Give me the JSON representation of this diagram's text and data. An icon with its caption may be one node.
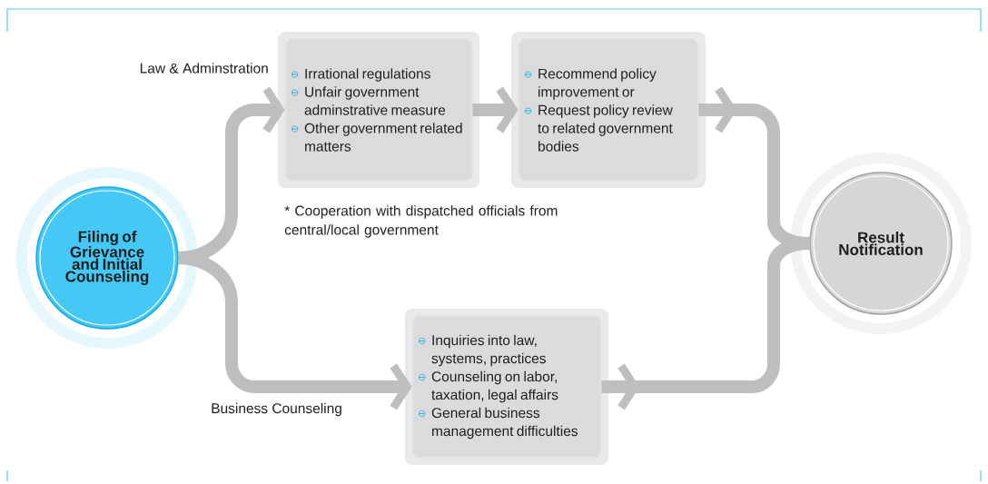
{
  "diagram": {
    "nodes": [
      {
        "text": [
          "Filing of Grievance and Initial Counseling"
        ]
      },
      {
        "text": [
          "Irrational regulations",
          "Unfair government adminstrative measure",
          "Other government related matters"
        ]
      },
      {
        "text": [
          "Recommend policy improvement or",
          "Request policy review to related government bodies"
        ]
      },
      {
        "text": [
          "Inquiries into law, systems, practices",
          "Counseling on labor, taxation, legal affairs",
          "General business management difficulties"
        ]
      },
      {
        "text": [
          "Result Notification"
        ]
      }
    ],
    "edges": [
      {
        "from": 0,
        "to": 1,
        "arrow": "to",
        "label": "Law & Adminstration"
      },
      {
        "from": 0,
        "to": 3,
        "arrow": "to",
        "label": "Business Counseling"
      },
      {
        "from": 1,
        "to": 2,
        "arrow": "to"
      },
      {
        "from": 2,
        "to": 4,
        "arrow": "to"
      },
      {
        "from": 3,
        "to": 4,
        "arrow": "to"
      }
    ],
    "labels": [
      "* Cooperation with dispatched officials from central/local government"
    ]
  }
}
